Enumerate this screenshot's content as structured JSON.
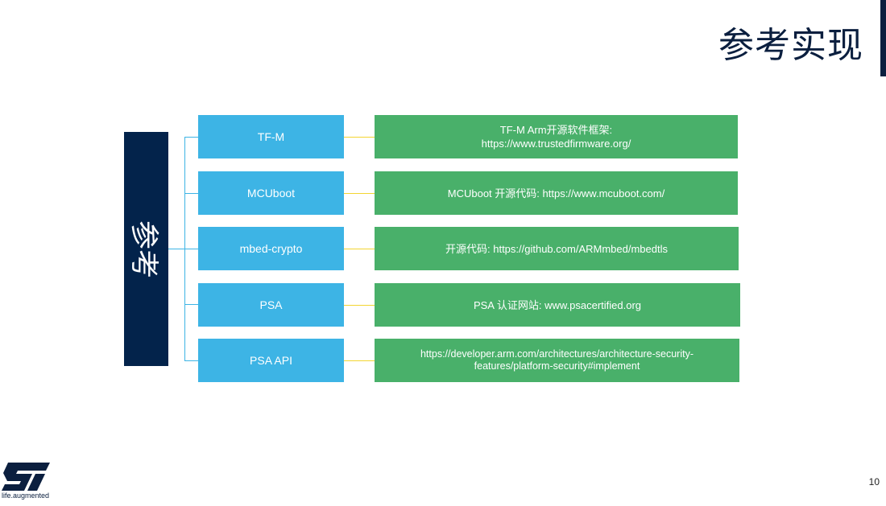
{
  "slide": {
    "title": "参考实现",
    "side_label": "参考",
    "page_number": "10",
    "logo_tagline": "life.augmented",
    "logo_text": "ST"
  },
  "rows": [
    {
      "name": "TF-M",
      "desc_line1": "TF-M Arm开源软件框架:",
      "desc_line2": "https://www.trustedfirmware.org/"
    },
    {
      "name": "MCUboot",
      "desc_line1": "MCUboot 开源代码: https://www.mcuboot.com/",
      "desc_line2": ""
    },
    {
      "name": "mbed-crypto",
      "desc_line1": "开源代码: https://github.com/ARMmbed/mbedtls",
      "desc_line2": ""
    },
    {
      "name": "PSA",
      "desc_line1": "PSA 认证网站: www.psacertified.org",
      "desc_line2": ""
    },
    {
      "name": "PSA API",
      "desc_line1": "https://developer.arm.com/architectures/architecture-security-",
      "desc_line2": "features/platform-security#implement"
    }
  ],
  "colors": {
    "navy": "#03234b",
    "blue": "#3db4e5",
    "green": "#49b06a",
    "yellow": "#f3d532"
  }
}
